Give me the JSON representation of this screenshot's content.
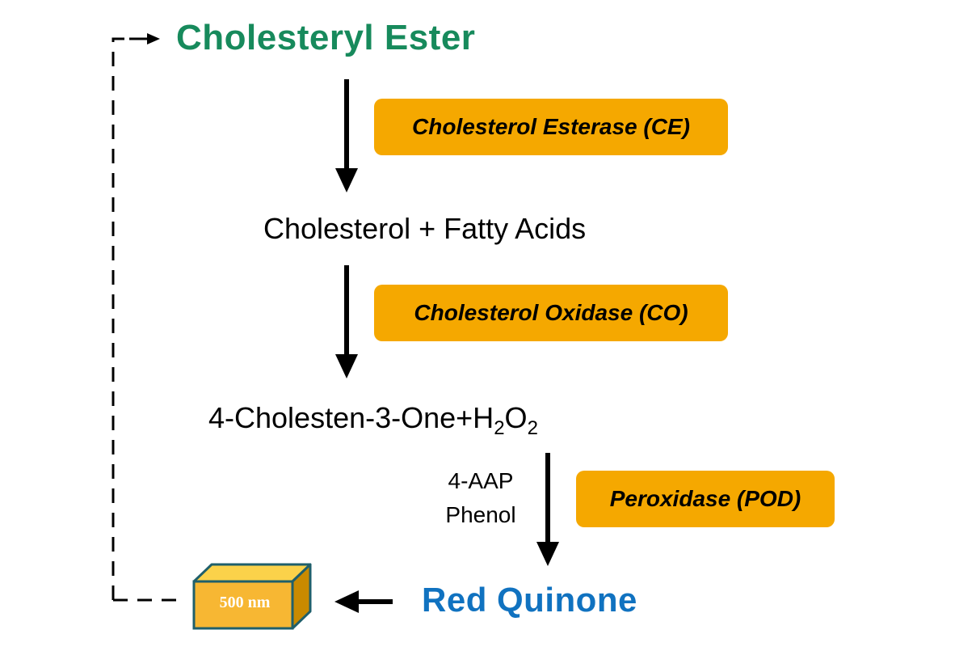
{
  "nodes": {
    "cholesteryl_ester": "Cholesteryl Ester",
    "cholesterol_fatty_acids": "Cholesterol + Fatty Acids",
    "cholestenone_prefix": "4-Cholesten-3-One+H",
    "cholestenone_sub1": "2",
    "cholestenone_mid": "O",
    "cholestenone_sub2": "2",
    "red_quinone": "Red Quinone"
  },
  "enzymes": {
    "ce": "Cholesterol Esterase (CE)",
    "co": "Cholesterol Oxidase (CO)",
    "pod": "Peroxidase (POD)"
  },
  "reagents": {
    "line1": "4-AAP",
    "line2": "Phenol"
  },
  "detector": {
    "label": "500 nm"
  },
  "colors": {
    "green": "#178a5c",
    "blue": "#1072c0",
    "orange": "#f5a800",
    "box_front": "#f7b733",
    "box_top": "#fbd24a",
    "box_side": "#c98a00",
    "box_edge": "#1f5f6b"
  }
}
